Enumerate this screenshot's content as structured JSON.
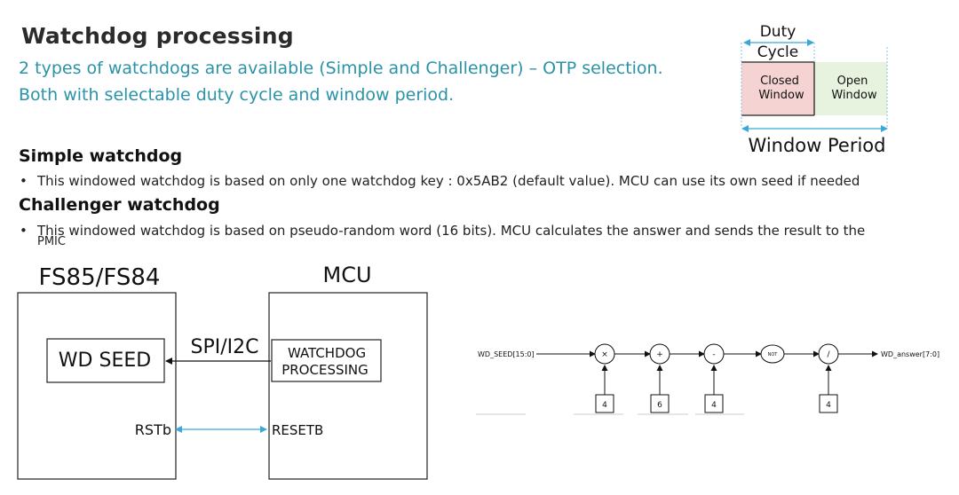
{
  "title": "Watchdog processing",
  "subtitle_lines": [
    "2 types of watchdogs are available (Simple and Challenger) – OTP selection.",
    "Both with selectable duty cycle and window period."
  ],
  "simple": {
    "heading": "Simple watchdog",
    "bullet": "This windowed watchdog is based on only one watchdog key : 0x5AB2 (default value). MCU can use its own seed if needed"
  },
  "challenger": {
    "heading": "Challenger watchdog",
    "bullet_line1": "This windowed watchdog is based on pseudo-random word (16 bits). MCU calculates the answer and sends the result to the",
    "bullet_line2": "PMIC"
  },
  "timing": {
    "duty_cycle_line1": "Duty",
    "duty_cycle_line2": "Cycle",
    "closed_window_line1": "Closed",
    "closed_window_line2": "Window",
    "open_window_line1": "Open",
    "open_window_line2": "Window",
    "window_period": "Window Period",
    "closed_color": "#f6d3d3",
    "open_color": "#e7f2df",
    "arrow_color": "#3aa8d8"
  },
  "block_diagram": {
    "pmic_label": "FS85/FS84",
    "mcu_label": "MCU",
    "wd_seed": "WD SEED",
    "bus_label": "SPI/I2C",
    "wd_proc_line1": "WATCHDOG",
    "wd_proc_line2": "PROCESSING",
    "rstb": "RSTb",
    "resetb": "RESETB",
    "reset_arrow_color": "#3aa8d8"
  },
  "signal_chain": {
    "input": "WD_SEED[15:0]",
    "output": "WD_answer[7:0]",
    "operators": [
      "×",
      "+",
      "-",
      "NOT",
      "/"
    ],
    "constants": [
      "4",
      "6",
      "4",
      "4"
    ]
  }
}
